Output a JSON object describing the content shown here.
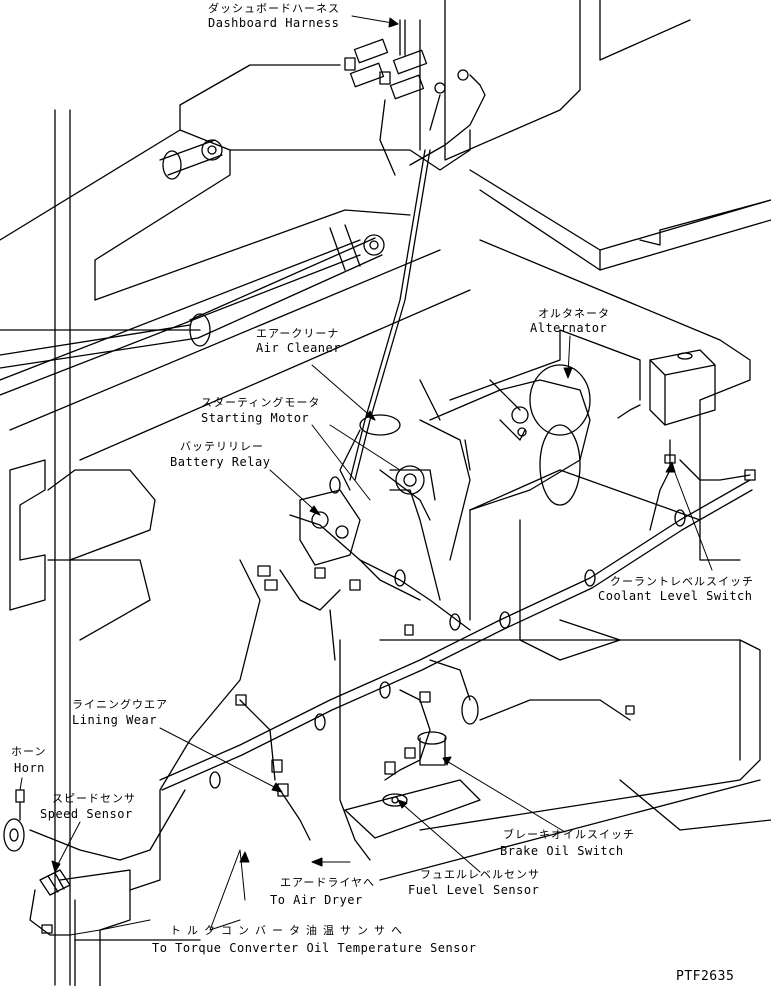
{
  "labels": {
    "dashboard_harness": {
      "jp": "ダッシュボードハーネス",
      "en": "Dashboard Harness"
    },
    "alternator": {
      "jp": "オルタネータ",
      "en": "Alternator"
    },
    "air_cleaner": {
      "jp": "エアークリーナ",
      "en": "Air Cleaner"
    },
    "starting_motor": {
      "jp": "スターティングモータ",
      "en": "Starting Motor"
    },
    "battery_relay": {
      "jp": "バッテリリレー",
      "en": "Battery Relay"
    },
    "coolant_level_switch": {
      "jp": "クーラントレベルスイッチ",
      "en": "Coolant Level Switch"
    },
    "lining_wear": {
      "jp": "ライニングウエア",
      "en": "Lining Wear"
    },
    "horn": {
      "jp": "ホーン",
      "en": "Horn"
    },
    "speed_sensor": {
      "jp": "スピードセンサ",
      "en": "Speed Sensor"
    },
    "brake_oil_switch": {
      "jp": "ブレーキオイルスイッチ",
      "en": "Brake Oil Switch"
    },
    "to_air_dryer": {
      "jp": "エアードライヤへ",
      "en": "To Air Dryer"
    },
    "fuel_level_sensor": {
      "jp": "フュエルレベルセンサ",
      "en": "Fuel Level Sensor"
    },
    "to_torque_converter": {
      "jp": "トルクコンバータ油温サンサへ",
      "en": "To Torque Converter Oil Temperature Sensor"
    }
  },
  "drawing_code": "PTF2635"
}
